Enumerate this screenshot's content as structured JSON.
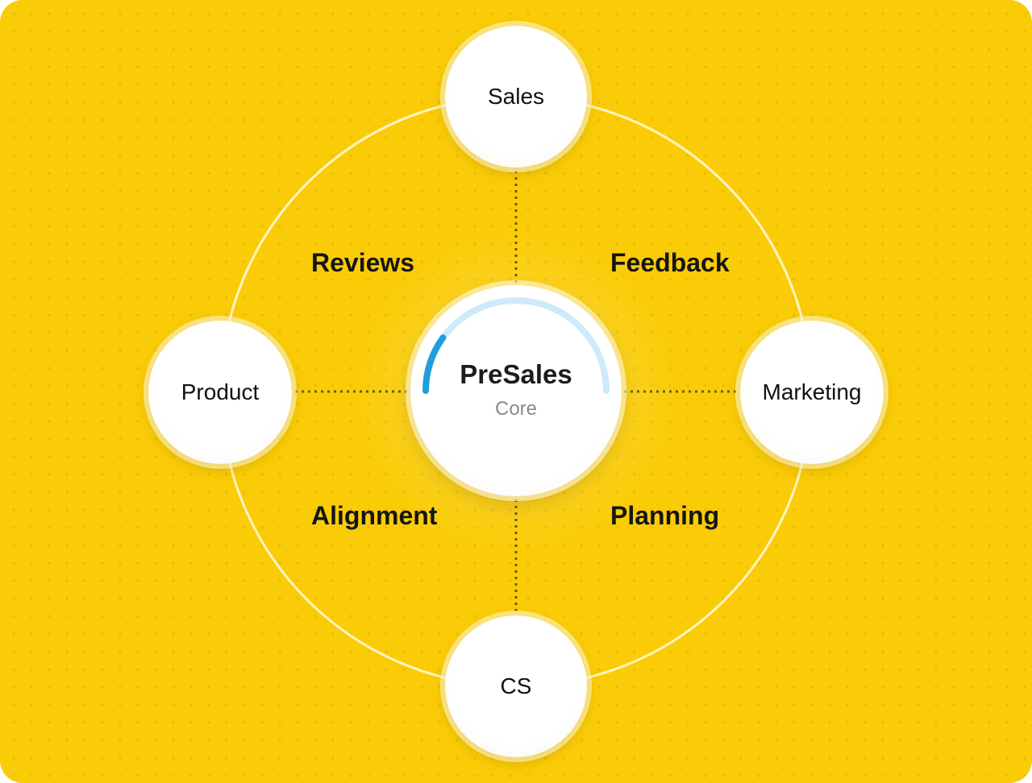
{
  "diagram": {
    "center": {
      "title": "PreSales",
      "subtitle": "Core",
      "progress": 0.2
    },
    "nodes": {
      "top": "Sales",
      "left": "Product",
      "right": "Marketing",
      "bottom": "CS"
    },
    "quadrants": {
      "top_left": "Reviews",
      "top_right": "Feedback",
      "bottom_left": "Alignment",
      "bottom_right": "Planning"
    },
    "colors": {
      "background": "#FACC07",
      "node_fill": "#FFFFFF",
      "ring_line": "#FFF4C2",
      "connector": "#6B5A1A",
      "progress_active": "#1E9FDB",
      "progress_track": "#CFEAF8"
    }
  }
}
